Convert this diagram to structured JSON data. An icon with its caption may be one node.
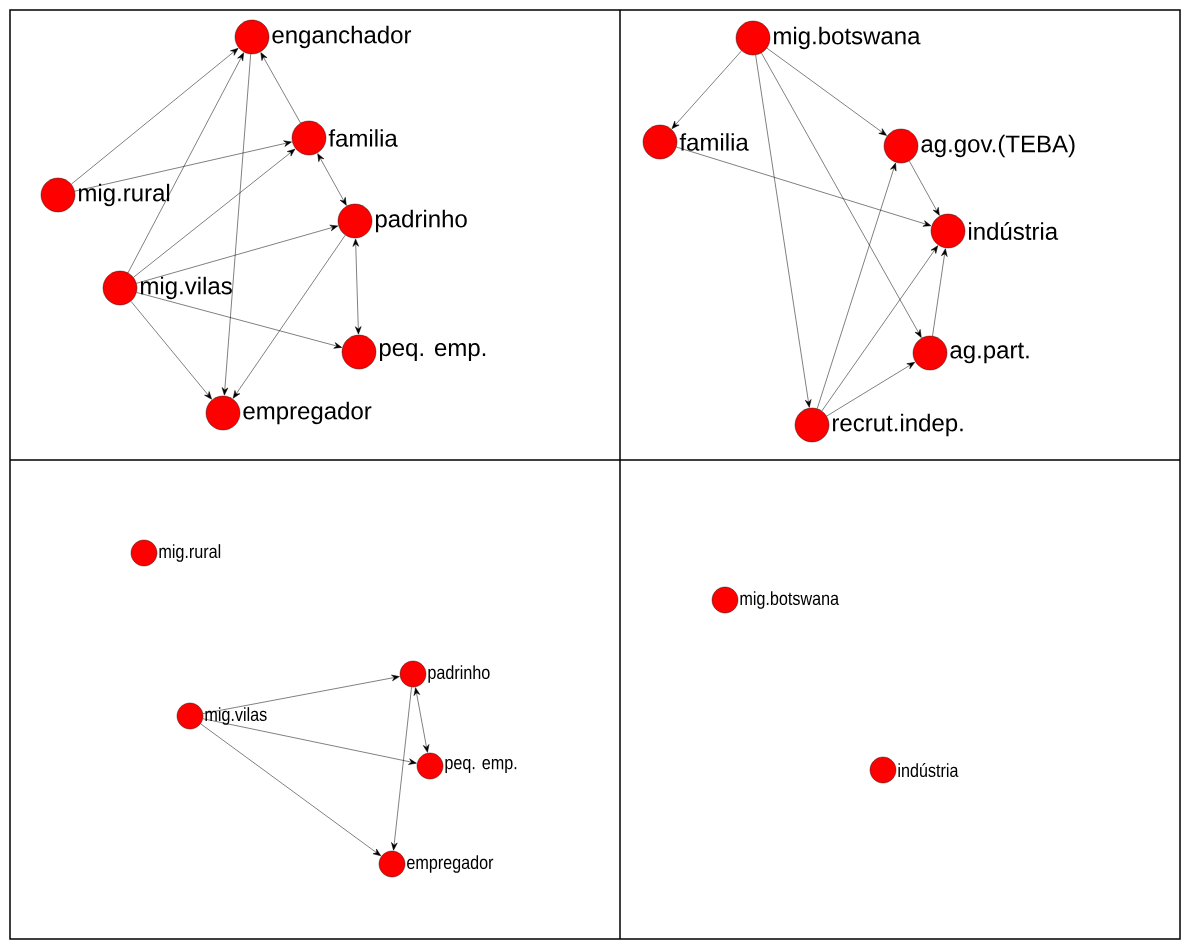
{
  "diagram": {
    "nodes": [
      {
        "text": [
          "enganchador"
        ]
      },
      {
        "text": [
          "familia"
        ]
      },
      {
        "text": [
          "mig.rural"
        ]
      },
      {
        "text": [
          "padrinho"
        ]
      },
      {
        "text": [
          "mig.vilas"
        ]
      },
      {
        "text": [
          "peq. emp."
        ]
      },
      {
        "text": [
          "empregador"
        ]
      },
      {
        "text": [
          "mig.botswana"
        ]
      },
      {
        "text": [
          "familia"
        ]
      },
      {
        "text": [
          "ag.gov.(TEBA)"
        ]
      },
      {
        "text": [
          "indústria"
        ]
      },
      {
        "text": [
          "ag.part."
        ]
      },
      {
        "text": [
          "recrut.indep."
        ]
      },
      {
        "text": [
          "mig.rural"
        ]
      },
      {
        "text": [
          "padrinho"
        ]
      },
      {
        "text": [
          "mig.vilas"
        ]
      },
      {
        "text": [
          "peq. emp."
        ]
      },
      {
        "text": [
          "empregador"
        ]
      },
      {
        "text": [
          "mig.botswana"
        ]
      },
      {
        "text": [
          "indústria"
        ]
      }
    ],
    "edges": [
      {
        "from": 2,
        "to": 0,
        "arrow": "to"
      },
      {
        "from": 4,
        "to": 0,
        "arrow": "to"
      },
      {
        "from": 2,
        "to": 1,
        "arrow": "to"
      },
      {
        "from": 4,
        "to": 1,
        "arrow": "to"
      },
      {
        "from": 1,
        "to": 0,
        "arrow": "to"
      },
      {
        "from": 0,
        "to": 6,
        "arrow": "to"
      },
      {
        "from": 1,
        "to": 3,
        "arrow": "both"
      },
      {
        "from": 4,
        "to": 3,
        "arrow": "to"
      },
      {
        "from": 3,
        "to": 5,
        "arrow": "both"
      },
      {
        "from": 4,
        "to": 5,
        "arrow": "to"
      },
      {
        "from": 4,
        "to": 6,
        "arrow": "to"
      },
      {
        "from": 3,
        "to": 6,
        "arrow": "to"
      },
      {
        "from": 7,
        "to": 8,
        "arrow": "to"
      },
      {
        "from": 7,
        "to": 9,
        "arrow": "to"
      },
      {
        "from": 7,
        "to": 12,
        "arrow": "to"
      },
      {
        "from": 7,
        "to": 11,
        "arrow": "to"
      },
      {
        "from": 8,
        "to": 10,
        "arrow": "to"
      },
      {
        "from": 9,
        "to": 10,
        "arrow": "to"
      },
      {
        "from": 12,
        "to": 9,
        "arrow": "to"
      },
      {
        "from": 12,
        "to": 10,
        "arrow": "to"
      },
      {
        "from": 12,
        "to": 11,
        "arrow": "to"
      },
      {
        "from": 11,
        "to": 10,
        "arrow": "to"
      },
      {
        "from": 15,
        "to": 14,
        "arrow": "to"
      },
      {
        "from": 15,
        "to": 16,
        "arrow": "to"
      },
      {
        "from": 15,
        "to": 17,
        "arrow": "to"
      },
      {
        "from": 14,
        "to": 16,
        "arrow": "both"
      },
      {
        "from": 14,
        "to": 17,
        "arrow": "to"
      }
    ]
  }
}
